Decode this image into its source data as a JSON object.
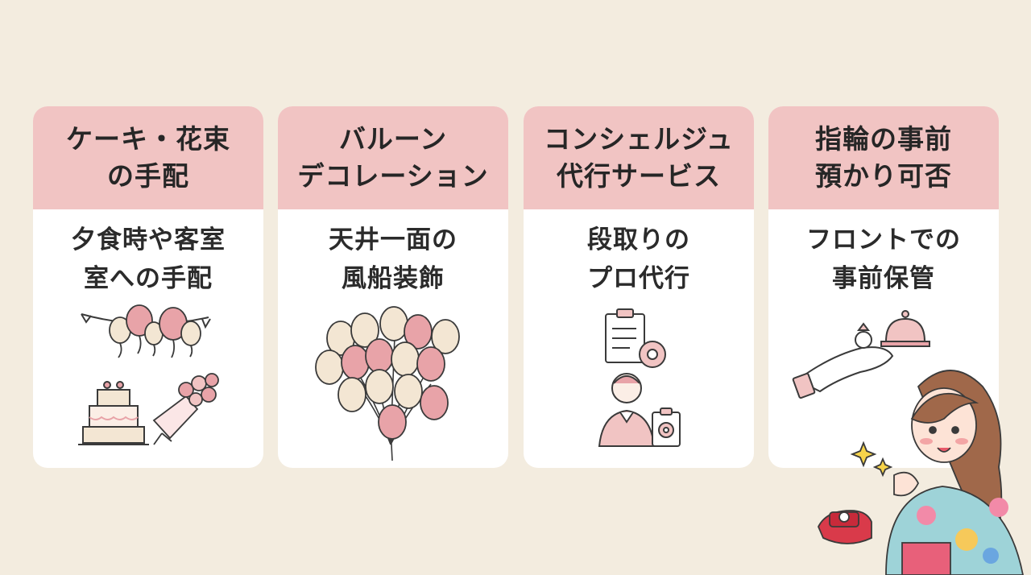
{
  "cards": [
    {
      "title_lines": [
        "ケーキ・花束",
        "の手配"
      ],
      "desc_lines": [
        "夕食時や客室",
        "室への手配"
      ],
      "illustration": "balloons-cake-bouquet-icon"
    },
    {
      "title_lines": [
        "バルーン",
        "デコレーション"
      ],
      "desc_lines": [
        "天井一面の",
        "風船装飾"
      ],
      "illustration": "balloon-cluster-icon"
    },
    {
      "title_lines": [
        "コンシェルジュ",
        "代行サービス"
      ],
      "desc_lines": [
        "段取りの",
        "プロ代行"
      ],
      "illustration": "concierge-clipboard-gear-icon"
    },
    {
      "title_lines": [
        "指輪の事前",
        "預かり可否"
      ],
      "desc_lines": [
        "フロントでの",
        "事前保管"
      ],
      "illustration": "ring-hand-bell-icon"
    }
  ],
  "colors": {
    "background": "#f3ecdf",
    "card_header": "#f1c4c3",
    "card_body": "#ffffff",
    "text": "#262626",
    "balloon_pink": "#e8a3a8",
    "balloon_cream": "#f3e6d3"
  }
}
